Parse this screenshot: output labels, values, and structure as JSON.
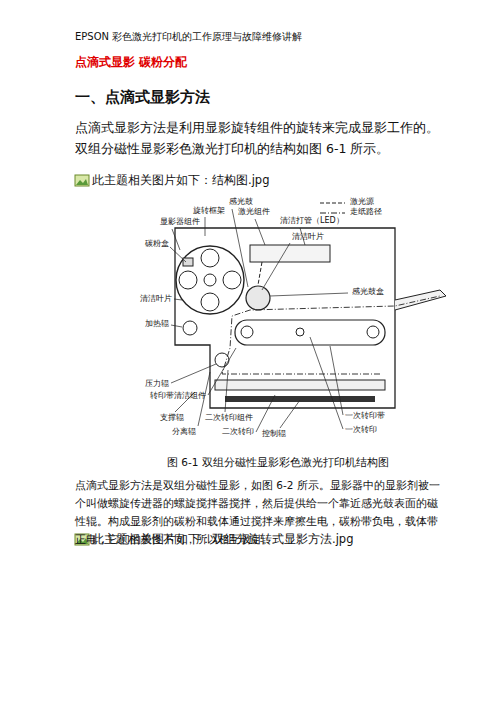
{
  "diagram": {
    "title": "EPSON 彩色激光打印机的工作原理与故障维修讲解",
    "caption": "图 6-1 双组分磁性显影彩色激光打印机结构图",
    "labels": [
      "点滴式显影 碳粉分配",
      "一、点滴式显影方法",
      "点滴式显影方法是利用显影旋转组件的旋转来完成显影工作的。双组分磁性显影彩色激光打印机的结构如图 6-1 所示。",
      "此主题相关图片如下：结构图.jpg",
      "感光鼓",
      "显影器组件",
      "旋转框架",
      "激光组件",
      "清洁打管（LED）",
      "清洁叶片",
      "碳粉盒",
      "感光鼓盒",
      "清洁叶片",
      "加热辊",
      "压力辊",
      "转印带清洁组件",
      "支撑辊",
      "分离辊",
      "二次转印组件",
      "二次转印",
      "控制辊",
      "一次转印带",
      "一次转印",
      "点滴式显影方法是双组分磁性显影，如图 6-2 所示。显影器中的显影剂被一个叫做螺旋传进器的螺旋搅拌器搅拌，然后提供给一个靠近感光鼓表面的磁性辊。构成显影剂的碳粉和载体通过搅拌来摩擦生电，碳粉带负电，载体带正电，它们的极性不同，所以相互吸引。",
      "此主题相关图片如下：双组分旋转式显影方法.jpg"
    ],
    "legend": [
      {
        "text": "激光源"
      },
      {
        "text": "走纸路径"
      }
    ]
  }
}
